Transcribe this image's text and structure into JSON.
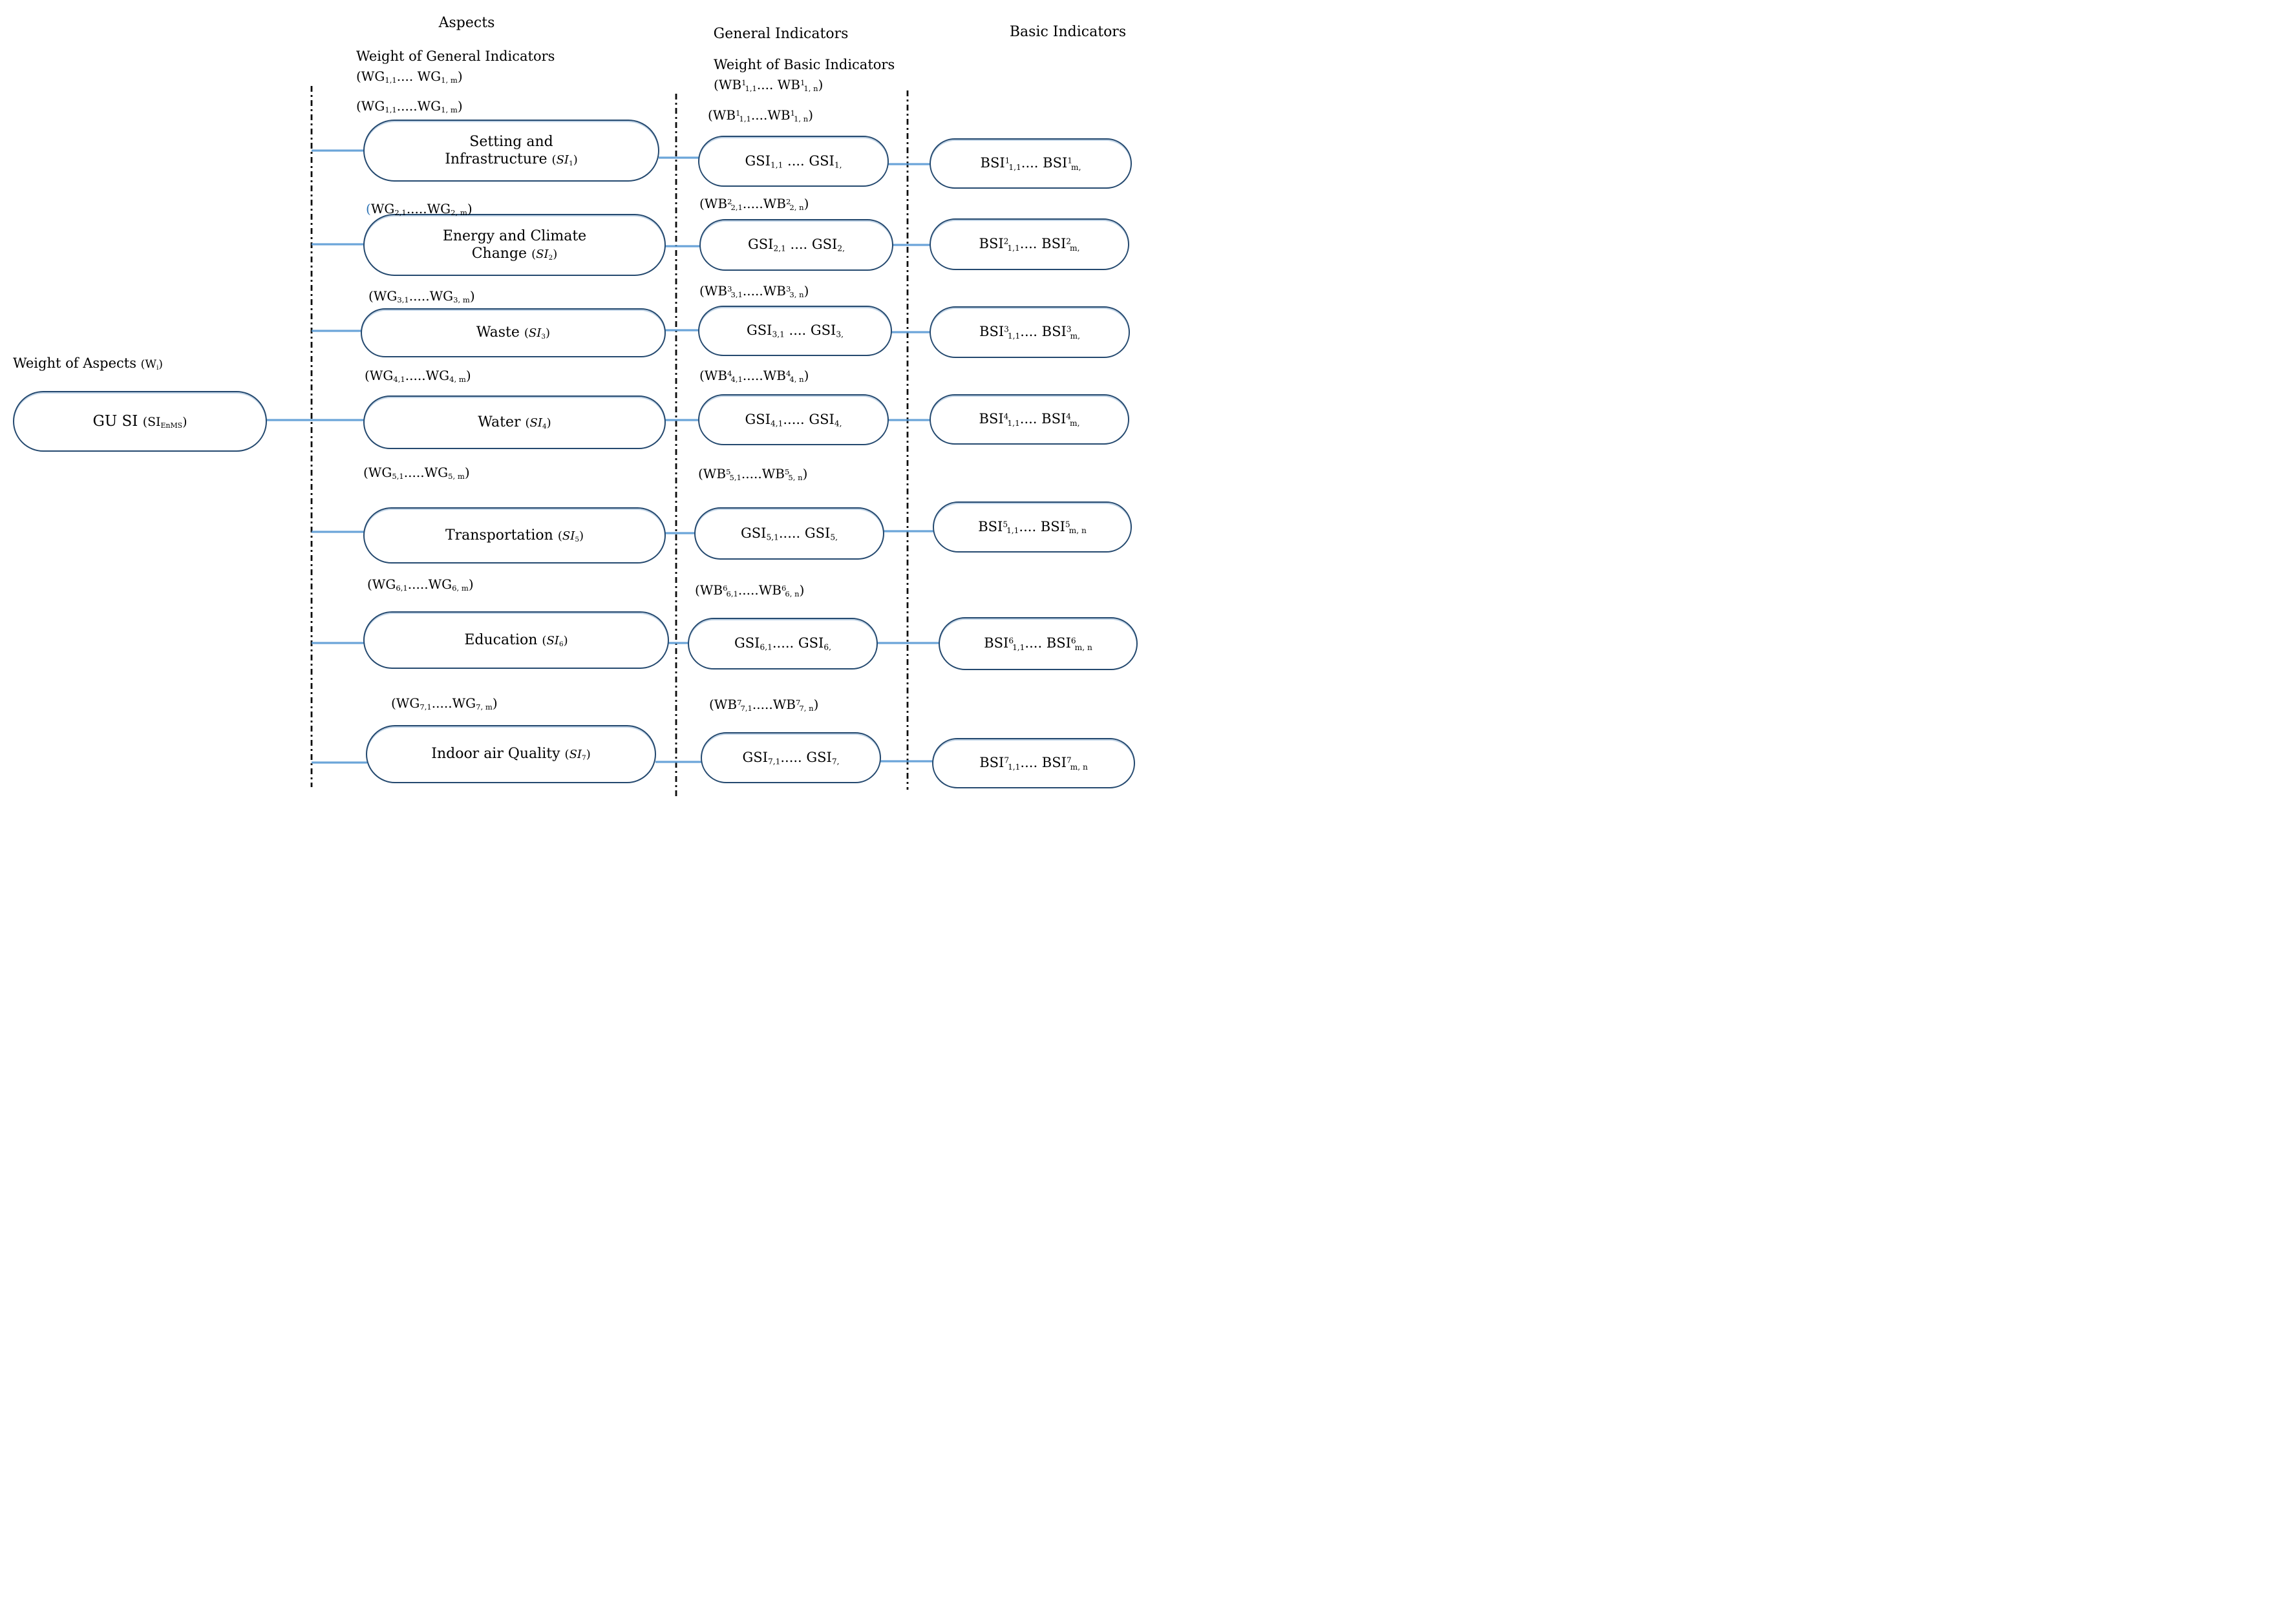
{
  "figure": {
    "colors": {
      "oval_outline": "#24496f",
      "connector_blue": "#5B9BD5",
      "divider_black": "#000000",
      "blue_parenthesis": "#2E74B5"
    },
    "column_headers": {
      "aspects": "Aspects",
      "general_indicators": "General Indicators",
      "basic_indicators": "Basic Indicators"
    },
    "headings": {
      "weight_general_line1": "Weight of General Indicators",
      "weight_general_line2_html": "(WG<sub>1,1</sub>.... WG<sub>1, m</sub>)",
      "weight_basic_line1": "Weight of Basic Indicators",
      "weight_basic_line2_html": "(WB<sup>1</sup><sub>1,1</sub>.... WB<sup>1</sup><sub>1, n</sub>)",
      "weight_aspects_html": "Weight of Aspects <span class=\"sm\">(W<sub>i</sub>)</span>"
    },
    "root": {
      "label_html": "GU SI <span class=\"sm\">(SI<sub>EnMS</sub>)</span>"
    },
    "rows": [
      {
        "wg_html": "(WG<sub>1,1</sub>.....WG<sub>1, m</sub>)",
        "aspect_html": "Setting and<br>Infrastructure <span class=\"sm\">(<i>SI</i><sub>1</sub>)</span>",
        "wb_html": "(WB<sup>1</sup><sub>1,1</sub>....WB<sup>1</sup><sub>1, n</sub>)",
        "gsi_html": "GSI<sub>1,1</sub> .... GSI<sub>1,</sub>",
        "bsi_html": "BSI<sup>1</sup><sub>1,1</sub>.... BSI<sup>1</sup><sub>m,</sub>"
      },
      {
        "wg_html": "<span class=\"bp\">(</span>WG<sub>2,1</sub>.....WG<sub>2, m</sub>)",
        "aspect_html": "Energy and Climate<br>Change <span class=\"sm\">(<i>SI</i><sub>2</sub>)</span>",
        "wb_html": "(WB<sup>2</sup><sub>2,1</sub>.....WB<sup>2</sup><sub>2, n</sub>)",
        "gsi_html": "GSI<sub>2,1</sub> .... GSI<sub>2,</sub>",
        "bsi_html": "BSI<sup>2</sup><sub>1,1</sub>.... BSI<sup>2</sup><sub>m,</sub>"
      },
      {
        "wg_html": "(WG<sub>3,1</sub>.....WG<sub>3, m</sub>)",
        "aspect_html": "Waste <span class=\"sm\">(<i>SI</i><sub>3</sub>)</span>",
        "wb_html": "(WB<sup>3</sup><sub>3,1</sub>.....WB<sup>3</sup><sub>3, n</sub>)",
        "gsi_html": "GSI<sub>3,1</sub> .... GSI<sub>3,</sub>",
        "bsi_html": "BSI<sup>3</sup><sub>1,1</sub>.... BSI<sup>3</sup><sub>m,</sub>"
      },
      {
        "wg_html": "(WG<sub>4,1</sub>.....WG<sub>4, m</sub>)",
        "aspect_html": "Water <span class=\"sm\">(<i>SI</i><sub>4</sub>)</span>",
        "wb_html": "(WB<sup>4</sup><sub>4,1</sub>.....WB<sup>4</sup><sub>4, n</sub>)",
        "gsi_html": "GSI<sub>4,1</sub>..... GSI<sub>4,</sub>",
        "bsi_html": "BSI<sup>4</sup><sub>1,1</sub>.... BSI<sup>4</sup><sub>m,</sub>"
      },
      {
        "wg_html": "(WG<sub>5,1</sub>.....WG<sub>5, m</sub>)",
        "aspect_html": "Transportation <span class=\"sm\">(<i>SI</i><sub>5</sub>)</span>",
        "wb_html": "(WB<sup>5</sup><sub>5,1</sub>.....WB<sup>5</sup><sub>5, n</sub>)",
        "gsi_html": "GSI<sub>5,1</sub>..... GSI<sub>5,</sub>",
        "bsi_html": "BSI<sup>5</sup><sub>1,1</sub>.... BSI<sup>5</sup><sub>m, n</sub>"
      },
      {
        "wg_html": "(WG<sub>6,1</sub>.....WG<sub>6, m</sub>)",
        "aspect_html": "Education <span class=\"sm\">(<i>SI</i><sub>6</sub>)</span>",
        "wb_html": "(WB<sup>6</sup><sub>6,1</sub>.....WB<sup>6</sup><sub>6, n</sub>)",
        "gsi_html": "GSI<sub>6,1</sub>..... GSI<sub>6,</sub>",
        "bsi_html": "BSI<sup>6</sup><sub>1,1</sub>.... BSI<sup>6</sup><sub>m, n</sub>"
      },
      {
        "wg_html": "(WG<sub>7,1</sub>.....WG<sub>7, m</sub>)",
        "aspect_html": "Indoor air Quality <span class=\"sm\">(<i>SI</i><sub>7</sub>)</span>",
        "wb_html": "(WB<sup>7</sup><sub>7,1</sub>.....WB<sup>7</sup><sub>7, n</sub>)",
        "gsi_html": "GSI<sub>7,1</sub>..... GSI<sub>7,</sub>",
        "bsi_html": "BSI<sup>7</sup><sub>1,1</sub>.... BSI<sup>7</sup><sub>m, n</sub>"
      }
    ]
  }
}
